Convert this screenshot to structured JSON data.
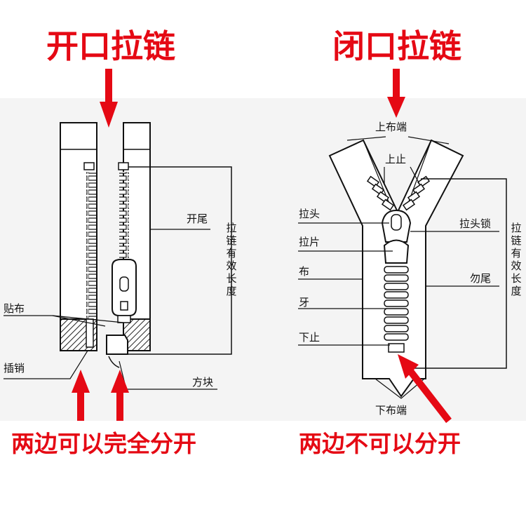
{
  "open_zipper": {
    "title": "开口拉链",
    "labels": {
      "tail": "开尾",
      "effective_length": "拉链有效长度",
      "patch": "贴布",
      "pin": "插销",
      "block": "方块"
    },
    "caption": "两边可以完全分开"
  },
  "closed_zipper": {
    "title": "闭口拉链",
    "labels": {
      "top_tape": "上布端",
      "top_stop": "上止",
      "puller_head": "拉头",
      "puller_lock": "拉头锁",
      "pull_tab": "拉片",
      "effective_length": "拉链有效长度",
      "tape": "布",
      "closed_tail": "勿尾",
      "teeth": "牙",
      "bottom_stop": "下止",
      "bottom_tape": "下布端"
    },
    "caption": "两边不可以分开"
  },
  "colors": {
    "accent": "#e50914",
    "line": "#111111"
  }
}
